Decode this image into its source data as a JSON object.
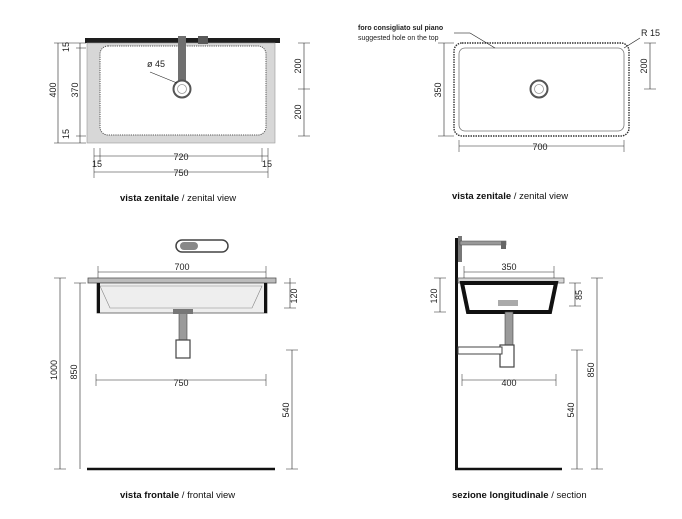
{
  "views": {
    "top_left": {
      "caption_bold": "vista zenitale",
      "caption_sep": " / ",
      "caption_en": "zenital view",
      "dims": {
        "d15_top": "15",
        "d400": "400",
        "d370": "370",
        "d15_bot": "15",
        "d200_top": "200",
        "d200_bot": "200",
        "d15_left": "15",
        "d720": "720",
        "d15_right": "15",
        "d750": "750",
        "hole": "ø 45"
      }
    },
    "top_right": {
      "caption_bold": "vista zenitale",
      "caption_sep": " / ",
      "caption_en": "zenital view",
      "note_it": "foro consigliato sul piano",
      "note_en": "suggested hole on the top",
      "radius": "R 15",
      "dims": {
        "d350": "350",
        "d200": "200",
        "d700": "700"
      }
    },
    "front": {
      "caption_bold": "vista frontale",
      "caption_sep": " / ",
      "caption_en": "frontal view",
      "dims": {
        "d700": "700",
        "d120": "120",
        "d1000": "1000",
        "d850": "850",
        "d750": "750",
        "d540": "540"
      }
    },
    "section": {
      "caption_bold": "sezione longitudinale",
      "caption_sep": " / ",
      "caption_en": "section",
      "dims": {
        "d350": "350",
        "d120": "120",
        "d85": "85",
        "d400": "400",
        "d850": "850",
        "d540": "540"
      }
    }
  }
}
